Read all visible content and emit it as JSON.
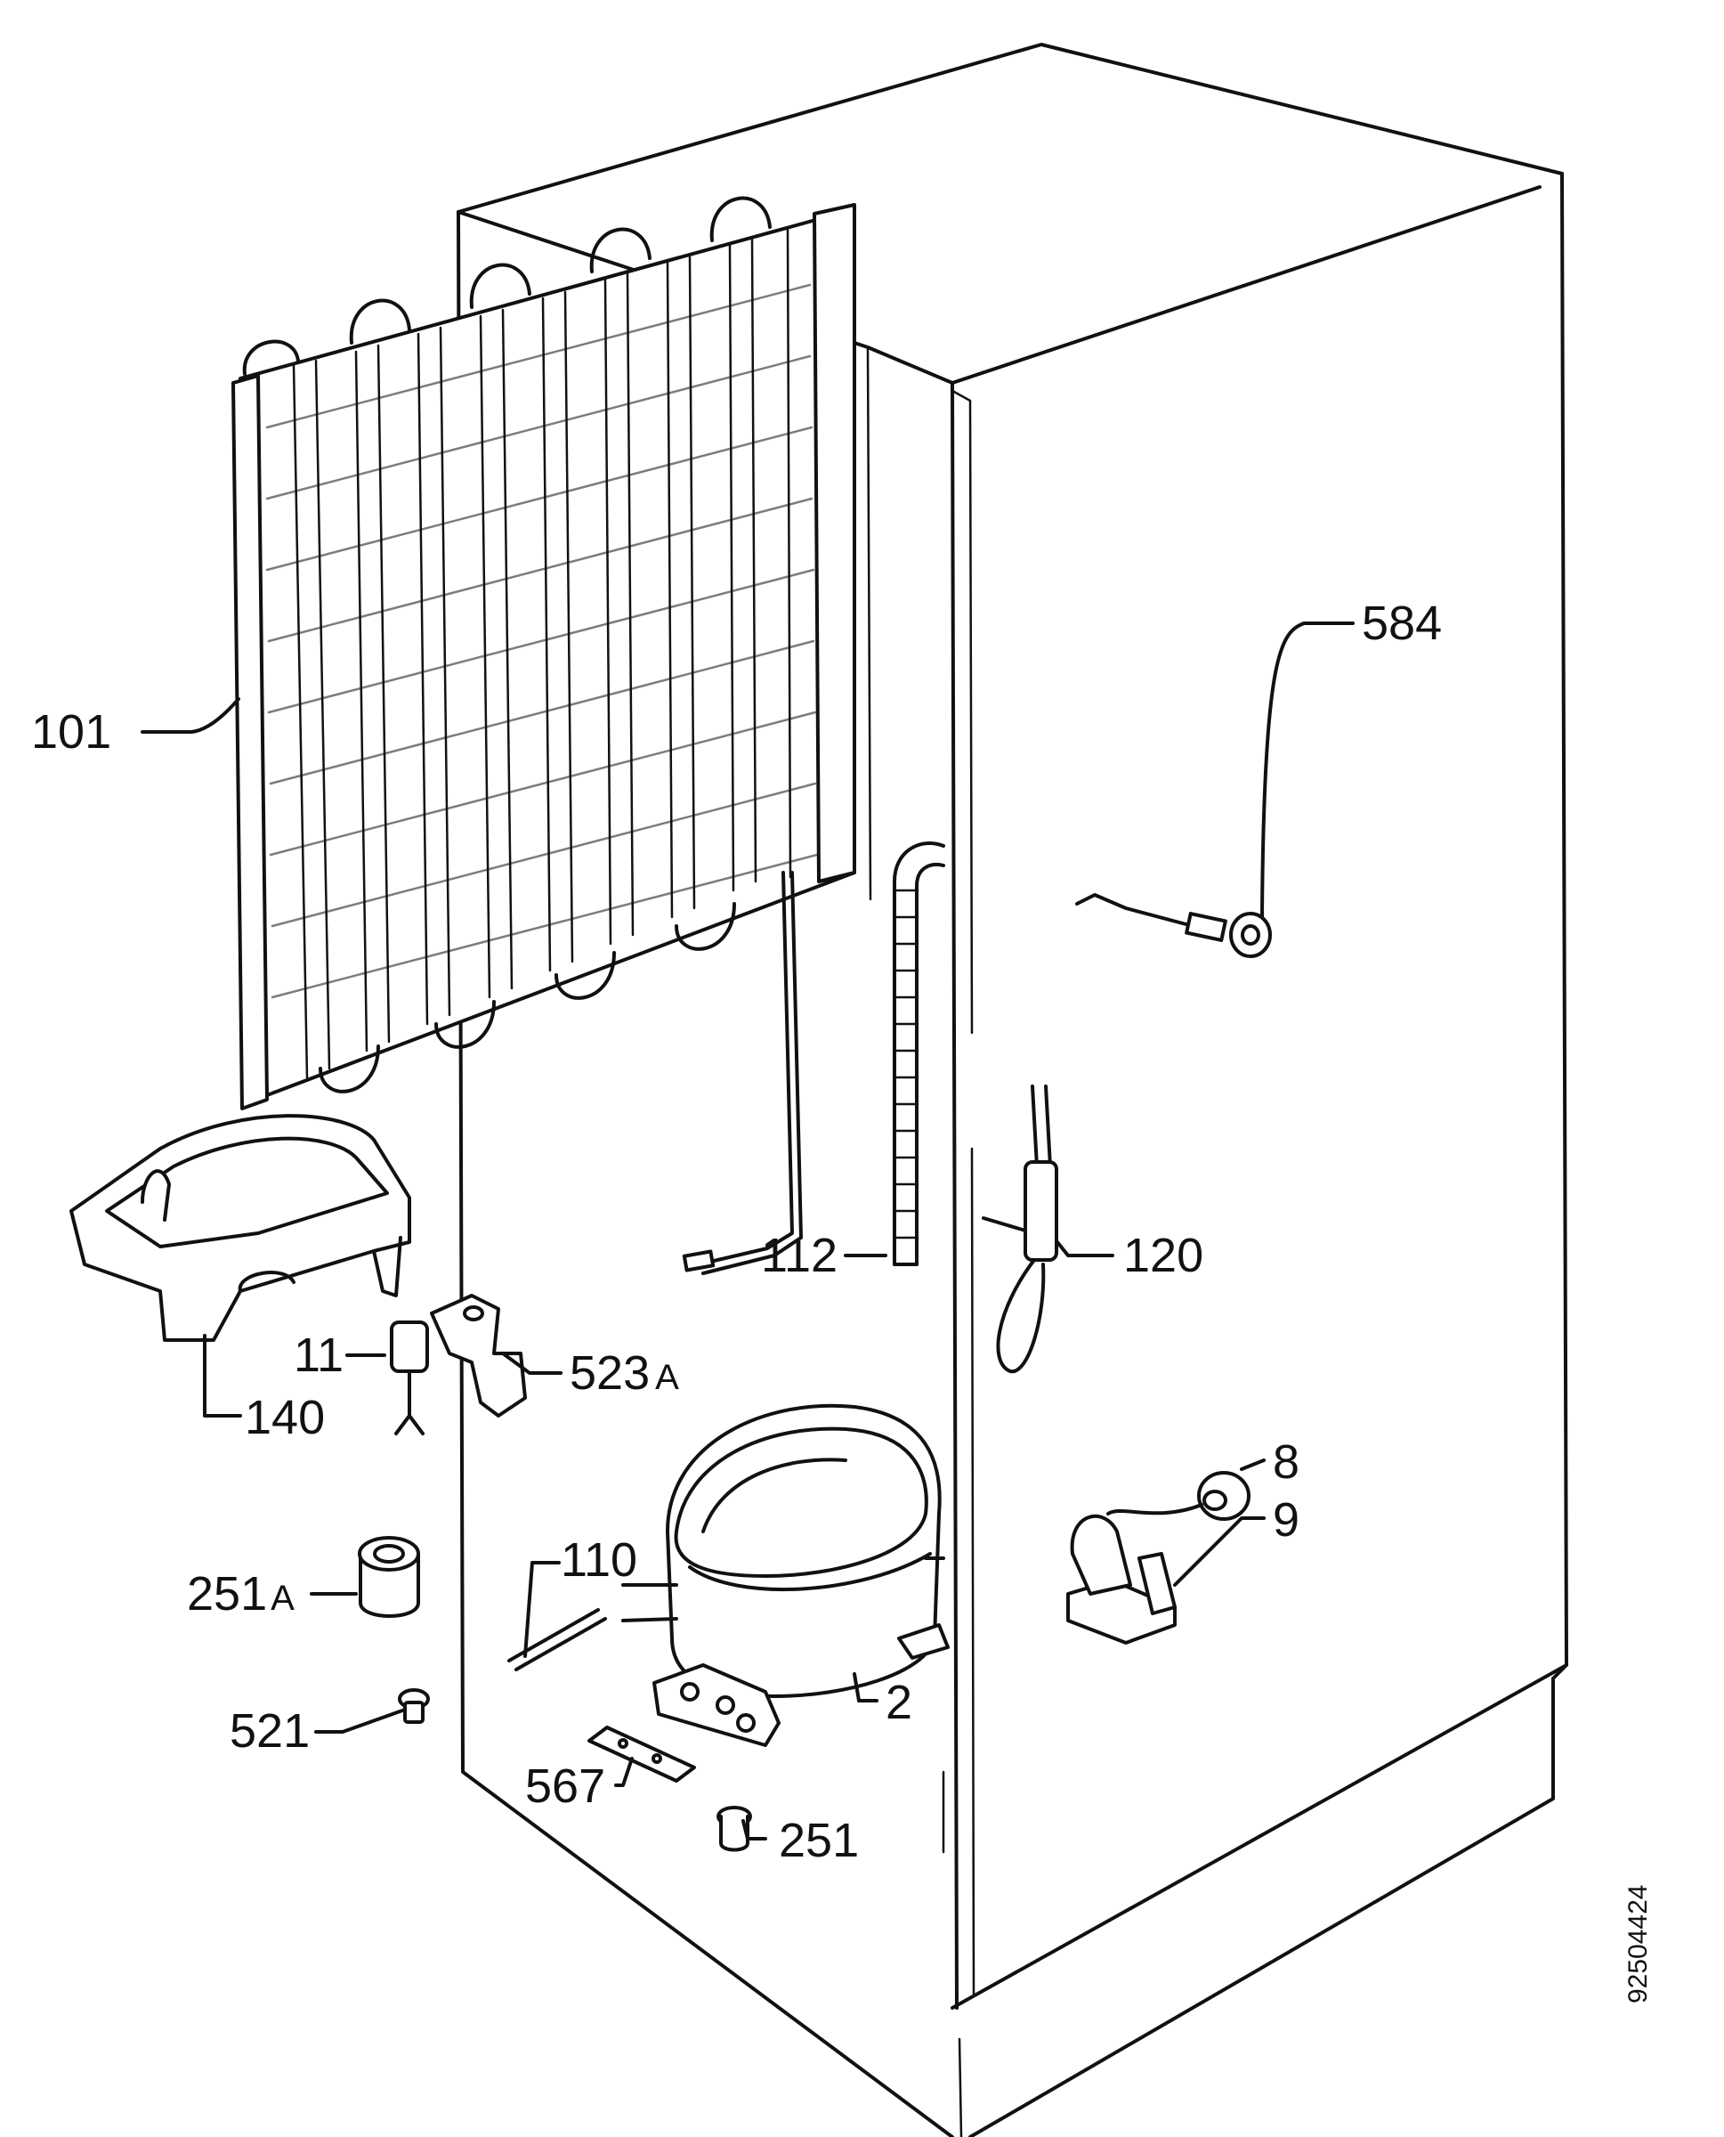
{
  "colors": {
    "ink": "#111111",
    "paper": "#ffffff"
  },
  "drawing_number": "92504424",
  "labels": {
    "p101": "101",
    "p584": "584",
    "p112": "112",
    "p120": "120",
    "p11": "11",
    "p523a": "523",
    "p523a_suffix": "A",
    "p140": "140",
    "p8": "8",
    "p9": "9",
    "p251a": "251",
    "p251a_suffix": "A",
    "p110": "110",
    "p2": "2",
    "p521": "521",
    "p567": "567",
    "p251": "251"
  }
}
